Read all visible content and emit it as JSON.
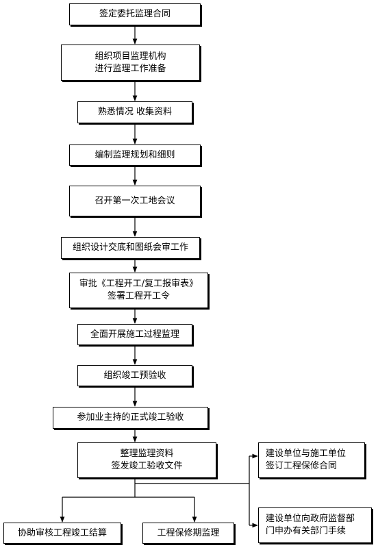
{
  "flow": {
    "steps": [
      {
        "id": "s1",
        "lines": [
          "签定委托监理合同"
        ]
      },
      {
        "id": "s2",
        "lines": [
          "组织项目监理机构",
          "进行监理工作准备"
        ]
      },
      {
        "id": "s3",
        "lines": [
          "熟悉情况  收集资料"
        ]
      },
      {
        "id": "s4",
        "lines": [
          "编制监理规划和细则"
        ]
      },
      {
        "id": "s5",
        "lines": [
          "召开第一次工地会议"
        ]
      },
      {
        "id": "s6",
        "lines": [
          "组织设计交底和图纸会审工作"
        ]
      },
      {
        "id": "s7",
        "lines": [
          "审批《工程开工/复工报审表》",
          "签署工程开工令"
        ]
      },
      {
        "id": "s8",
        "lines": [
          "全面开展施工过程监理"
        ]
      },
      {
        "id": "s9",
        "lines": [
          "组织竣工预验收"
        ]
      },
      {
        "id": "s10",
        "lines": [
          "参加业主持的正式竣工验收"
        ]
      },
      {
        "id": "s11",
        "lines": [
          "整理监理资料",
          "签发竣工验收文件"
        ]
      }
    ],
    "branch_left": {
      "lines": [
        "协助审核工程竣工结算"
      ]
    },
    "branch_right": {
      "lines": [
        "工程保修期监理"
      ]
    },
    "side_notes": [
      {
        "lines": [
          "建设单位与施工单位",
          "签订工程保修合同"
        ]
      },
      {
        "lines": [
          "建设单位向政府监督部",
          "门申办有关部门手续"
        ]
      }
    ]
  }
}
